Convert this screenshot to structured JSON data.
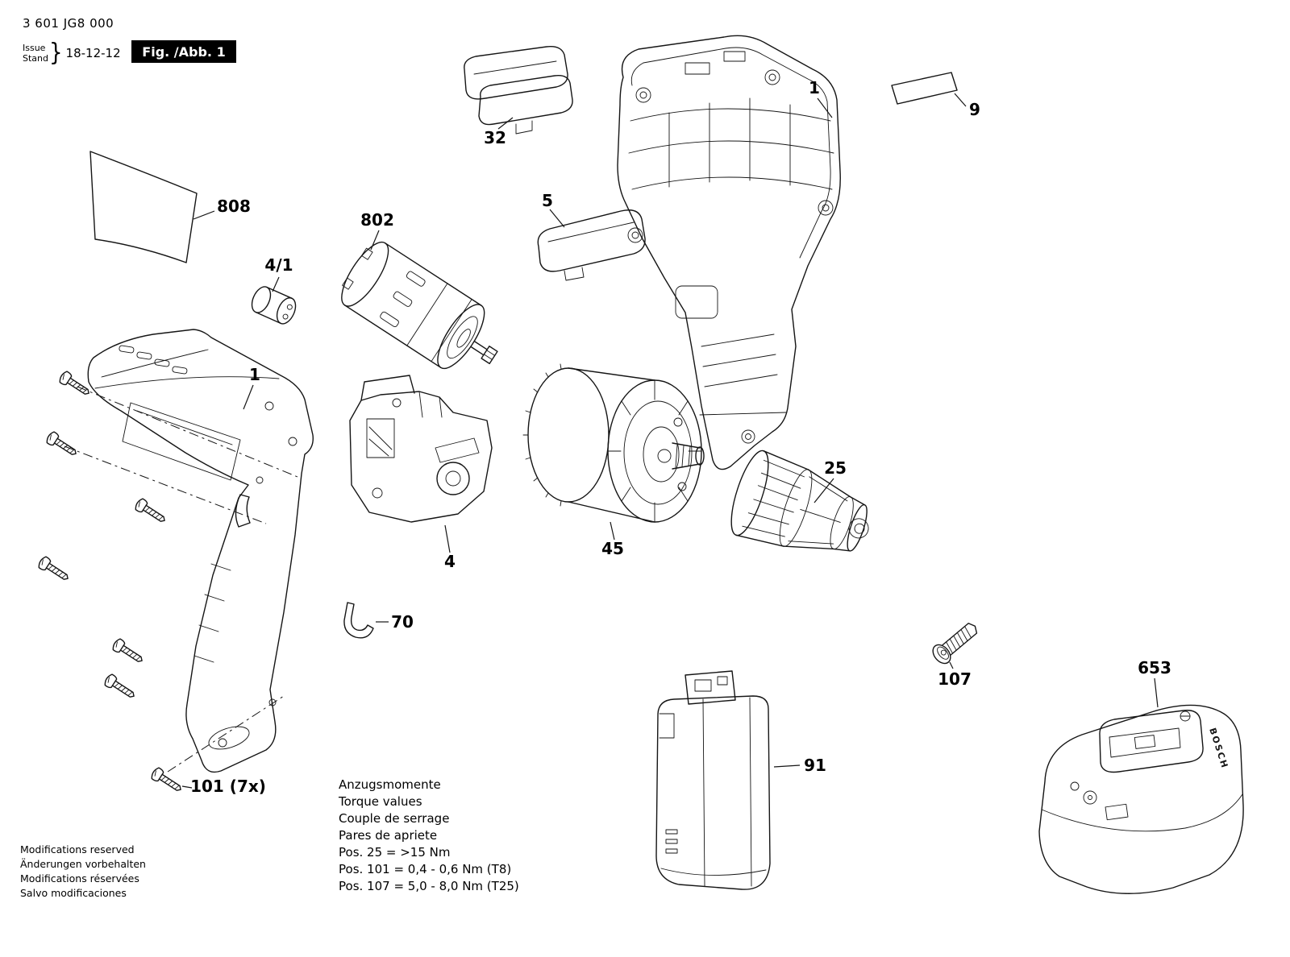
{
  "doc": {
    "part_number": "3 601 JG8 000",
    "issue_label": "Issue",
    "stand_label": "Stand",
    "brace": "}",
    "date": "18-12-12",
    "figure_label": "Fig. /Abb. 1"
  },
  "labels": {
    "sticker_left": "808",
    "sticker_right": "9",
    "motor": "802",
    "cap": "4/1",
    "release_button": "32",
    "pushbutton": "5",
    "housing_right": "1",
    "drill_left": "1",
    "gearbox": "4",
    "clip": "70",
    "clutch": "45",
    "chuck": "25",
    "screw_torx": "107",
    "battery": "91",
    "charger": "653",
    "screws": "101 (7x)"
  },
  "brand": {
    "charger_logo": "BOSCH"
  },
  "torque": {
    "heading": [
      "Anzugsmomente",
      "Torque values",
      "Couple de serrage",
      "Pares de apriete"
    ],
    "values": [
      "Pos. 25  = >15 Nm",
      "Pos. 101 = 0,4 - 0,6 Nm (T8)",
      "Pos. 107 = 5,0 - 8,0 Nm (T25)"
    ]
  },
  "footer": {
    "lines": [
      "Modifications reserved",
      "Änderungen vorbehalten",
      "Modifications réservées",
      "Salvo modificaciones"
    ]
  }
}
